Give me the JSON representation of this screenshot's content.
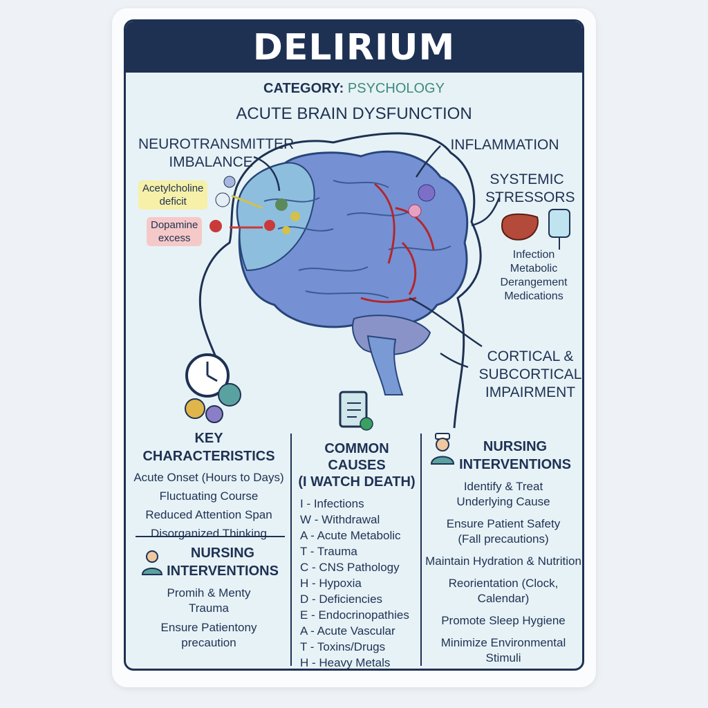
{
  "title": "DELIRIUM",
  "category": {
    "label": "CATEGORY:",
    "value": "PSYCHOLOGY"
  },
  "subtitle": "ACUTE BRAIN DYSFUNCTION",
  "labels": {
    "neurotransmitter": [
      "NEUROTRANSMITTER",
      "IMBALANCE"
    ],
    "acetylcholine": [
      "Acetylcholine",
      "deficit"
    ],
    "dopamine": [
      "Dopamine",
      "excess"
    ],
    "inflammation": "INFLAMMATION",
    "systemic": [
      "SYSTEMIC",
      "STRESSORS"
    ],
    "systemic_items": [
      "Infection",
      "Metabolic",
      "Derangement",
      "Medications"
    ],
    "cortical": [
      "CORTICAL &",
      "SUBCORTICAL",
      "IMPAIRMENT"
    ]
  },
  "key_characteristics": {
    "title": "KEY CHARACTERISTICS",
    "items": [
      "Acute Onset (Hours to Days)",
      "Fluctuating Course",
      "Reduced Attention Span",
      "Disorganized Thinking"
    ]
  },
  "nursing_left": {
    "title": [
      "NURSING",
      "INTERVENTIONS"
    ],
    "items": [
      "Promih & Menty",
      "Trauma",
      "Ensure Patientony",
      "precaution"
    ]
  },
  "common_causes": {
    "title": [
      "COMMON CAUSES",
      "(I WATCH DEATH)"
    ],
    "items": [
      "I - Infections",
      "W - Withdrawal",
      "A - Acute Metabolic",
      "T - Trauma",
      "C - CNS Pathology",
      "H - Hypoxia",
      "D - Deficiencies",
      "E - Endocrinopathies",
      "A - Acute Vascular",
      "T - Toxins/Drugs",
      "H - Heavy Metals"
    ]
  },
  "nursing_right": {
    "title": [
      "NURSING",
      "INTERVENTIONS"
    ],
    "items": [
      "Identify & Treat",
      "Underlying Cause",
      "Ensure Patient Safety",
      "(Fall precautions)",
      "Maintain Hydration & Nutrition",
      "Reorientation (Clock, Calendar)",
      "Promote Sleep Hygiene",
      "Minimize Environmental",
      "Stimuli"
    ]
  },
  "colors": {
    "navy": "#1e3153",
    "accent": "#3c8a7e",
    "brain": "#6e8fd0",
    "vessel": "#b3262c"
  }
}
